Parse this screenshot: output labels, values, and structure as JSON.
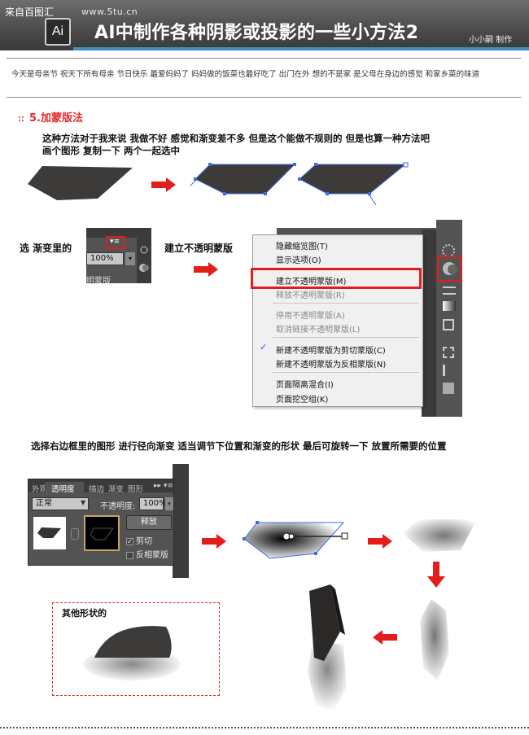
{
  "header": {
    "watermark": "来自百图汇",
    "site": "www.5tu.cn",
    "logo": "Ai",
    "title": "AI中制作各种阴影或投影的一些小方法2",
    "author": "小小嗣 制作"
  },
  "greeting": "今天是母亲节 祝天下所有母亲 节日快乐 最爱妈妈了 妈妈做的饭菜也最好吃了 出门在外 想的不是家  是父母在身边的感觉 和家乡菜的味道",
  "section": {
    "title": "5.加蒙版法",
    "desc_line1": "这种方法对于我来说 我做不好 感觉和渐变差不多 但是这个能做不规则的 但是也算一种方法吧",
    "desc_line2": "画个图形 复制一下 两个一起选中"
  },
  "step2": {
    "label_left": "选 渐变里的",
    "label_mid": "建立不透明蒙版",
    "mini_panel_value": "100%",
    "mini_panel_text": "明蒙版"
  },
  "context_menu": {
    "items": [
      {
        "label": "隐藏缩览图(T)",
        "disabled": false
      },
      {
        "label": "显示选项(O)",
        "disabled": false
      },
      {
        "label": "建立不透明蒙版(M)",
        "disabled": false,
        "highlighted": true
      },
      {
        "label": "释放不透明蒙版(R)",
        "disabled": true
      },
      {
        "label": "停用不透明蒙版(A)",
        "disabled": true
      },
      {
        "label": "取消链接不透明蒙版(L)",
        "disabled": true
      },
      {
        "label": "新建不透明蒙版为剪切蒙版(C)",
        "disabled": false,
        "checked": true
      },
      {
        "label": "新建不透明蒙版为反相蒙版(N)",
        "disabled": false
      },
      {
        "label": "页面隔离混合(I)",
        "disabled": false
      },
      {
        "label": "页面挖空组(K)",
        "disabled": false
      }
    ]
  },
  "step3": {
    "desc": "选择右边框里的图形 进行径向渐变 适当调节下位置和渐变的形状 最后可旋转一下  放置所需要的位置"
  },
  "transparency_panel": {
    "tabs": [
      "外观",
      "透明度",
      "描边",
      "渐变",
      "图形"
    ],
    "active_tab": "透明度",
    "blend_mode": "正常",
    "opacity_label": "不透明度:",
    "opacity_value": "100%",
    "release_button": "释放",
    "clip_label": "剪切",
    "clip_checked": true,
    "invert_label": "反相蒙版",
    "invert_checked": false
  },
  "other_shapes_label": "其他形状的",
  "colors": {
    "accent_red": "#e22b2b",
    "header_blue": "#3f8fbf",
    "shape_dark": "#3d3a3a"
  }
}
